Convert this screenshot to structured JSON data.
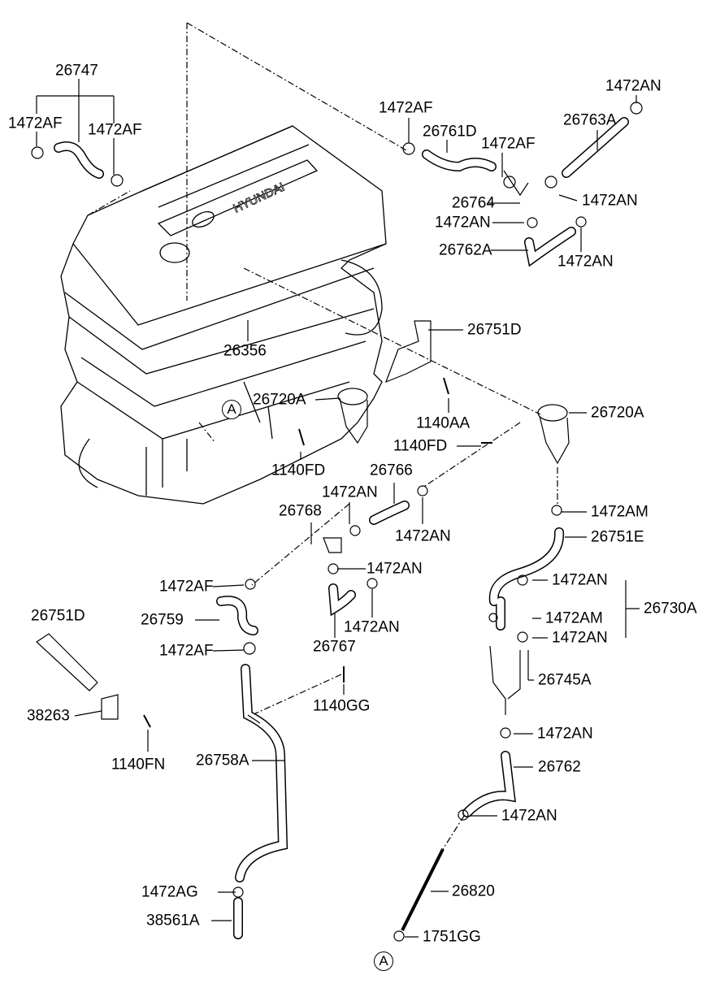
{
  "title": "Engine breather / PCV hose assembly parts diagram",
  "labels": [
    "26747",
    "1472AF",
    "1472AF",
    "1472AF",
    "26761D",
    "1472AF",
    "26763A",
    "1472AN",
    "26764",
    "1472AN",
    "1472AN",
    "26762A",
    "1472AN",
    "26356",
    "26751D",
    "26720A",
    "26720A",
    "1140AA",
    "1140FD",
    "1140FD",
    "26766",
    "1472AN",
    "26768",
    "1472AN",
    "1472AM",
    "26751E",
    "1472AN",
    "1472AF",
    "1472AN",
    "26730A",
    "1472AM",
    "26759",
    "1472AN",
    "1472AN",
    "26767",
    "1472AF",
    "26751D",
    "26745A",
    "1140GG",
    "38263",
    "1140FN",
    "1472AN",
    "26758A",
    "26762",
    "1472AN",
    "1472AG",
    "26820",
    "38561A",
    "1751GG"
  ],
  "refs": [
    "A",
    "A"
  ],
  "logo_text": "HYUNDAI",
  "colors": {
    "line": "#000000",
    "background": "#ffffff"
  }
}
